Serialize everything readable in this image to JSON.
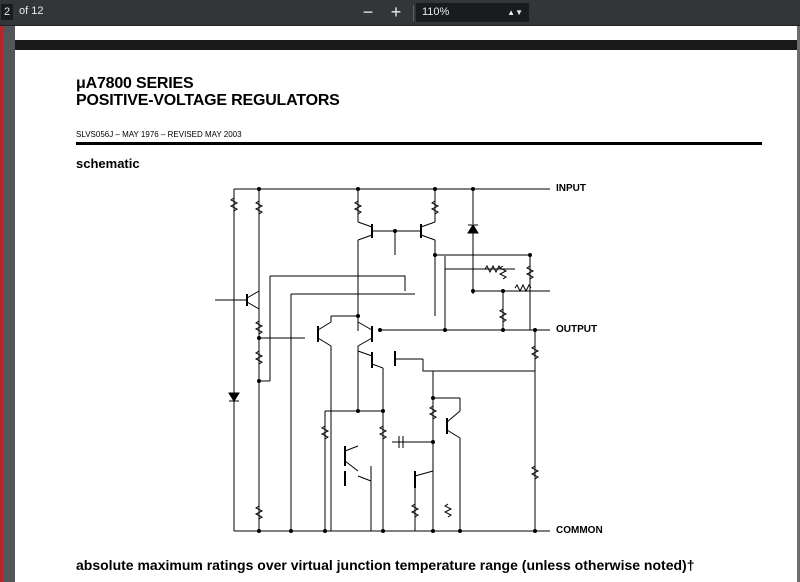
{
  "toolbar": {
    "page_current": "2",
    "page_total": "of 12",
    "zoom_out": "−",
    "zoom_in": "+",
    "zoom_value": "110%",
    "zoom_arrows": "▲▼"
  },
  "document": {
    "title_line1": "μA7800 SERIES",
    "title_line2": "POSITIVE-VOLTAGE REGULATORS",
    "meta": "SLVS056J – MAY 1976 – REVISED MAY 2003",
    "section": "schematic",
    "next_section": "absolute maximum ratings over virtual junction temperature range (unless otherwise noted)†"
  },
  "schematic": {
    "labels": {
      "input": "INPUT",
      "output": "OUTPUT",
      "common": "COMMON"
    }
  }
}
